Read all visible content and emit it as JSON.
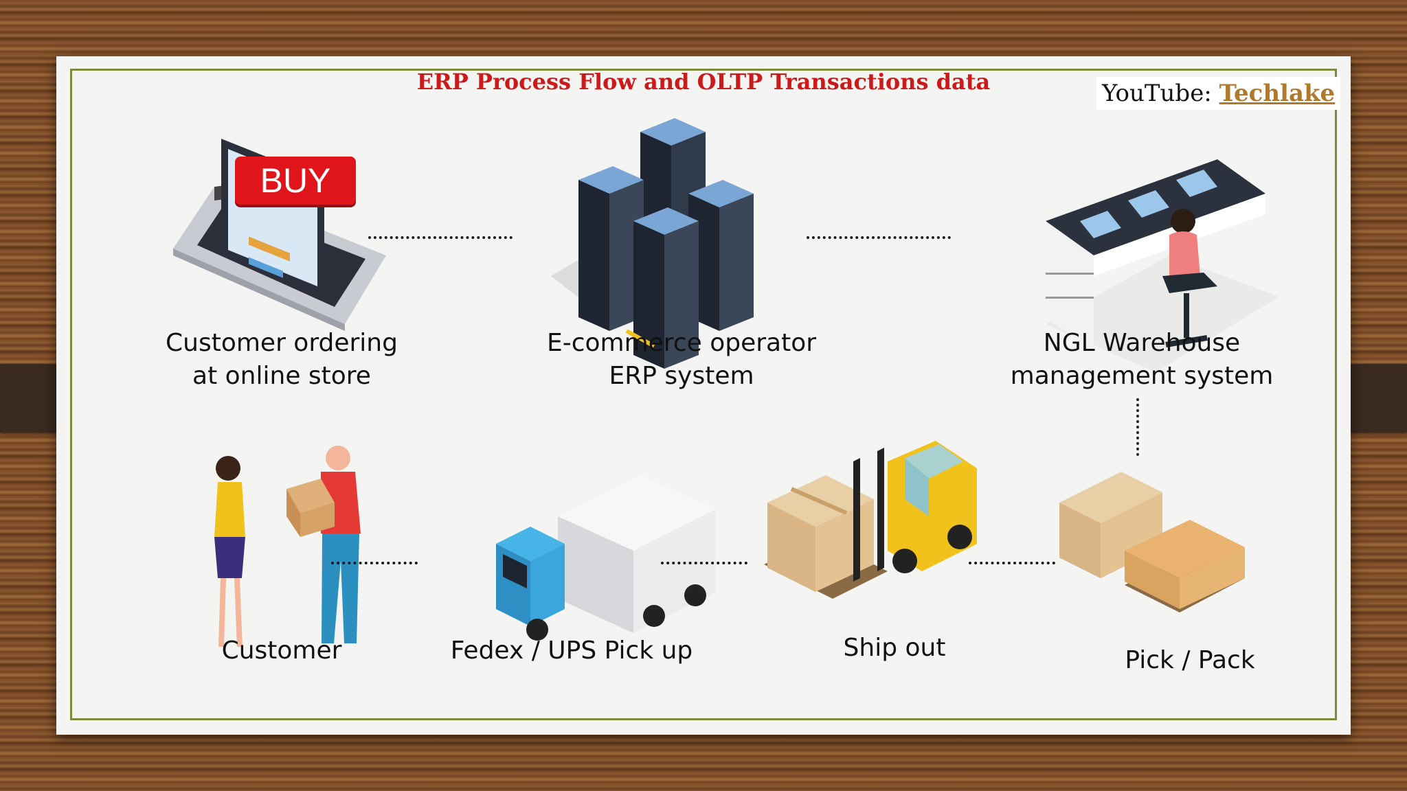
{
  "title": "ERP Process Flow and OLTP Transactions data",
  "youtube": {
    "prefix": "YouTube:",
    "channel": "Techlake"
  },
  "buy_badge": "BUY",
  "nodes": {
    "customer_ordering": "Customer ordering\nat online store",
    "erp_system": "E-commerce operator\nERP system",
    "warehouse": "NGL Warehouse\nmanagement system",
    "customer": "Customer",
    "pickup": "Fedex / UPS Pick up",
    "ship_out": "Ship out",
    "pick_pack": "Pick / Pack"
  },
  "colors": {
    "title": "#cc1a1a",
    "frame": "#7c8a3c",
    "channel": "#b07a2a",
    "buy": "#e0151c"
  }
}
